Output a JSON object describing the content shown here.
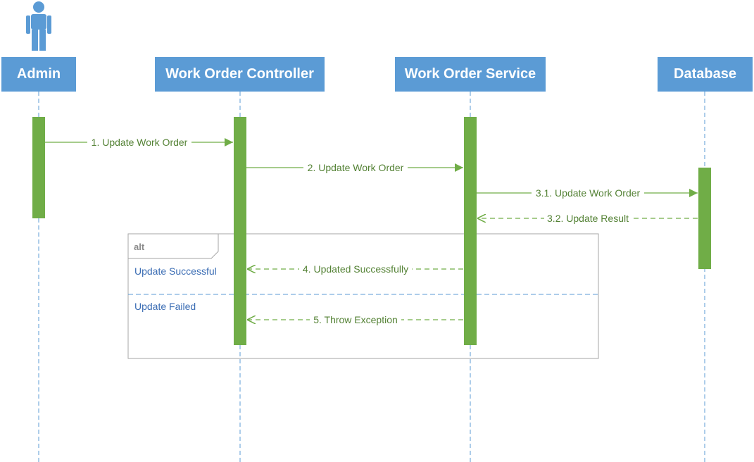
{
  "participants": [
    {
      "id": "admin",
      "name": "Admin",
      "actor": true
    },
    {
      "id": "controller",
      "name": "Work Order Controller"
    },
    {
      "id": "service",
      "name": "Work Order Service"
    },
    {
      "id": "database",
      "name": "Database"
    }
  ],
  "messages": [
    {
      "id": "m1",
      "label": "1. Update Work Order",
      "from": "admin",
      "to": "controller",
      "kind": "sync"
    },
    {
      "id": "m2",
      "label": "2. Update Work Order",
      "from": "controller",
      "to": "service",
      "kind": "sync"
    },
    {
      "id": "m31",
      "label": "3.1. Update Work Order",
      "from": "service",
      "to": "database",
      "kind": "sync"
    },
    {
      "id": "m32",
      "label": "3.2. Update Result",
      "from": "database",
      "to": "service",
      "kind": "return"
    },
    {
      "id": "m4",
      "label": "4. Updated Successfully",
      "from": "service",
      "to": "controller",
      "kind": "return"
    },
    {
      "id": "m5",
      "label": "5. Throw Exception",
      "from": "service",
      "to": "controller",
      "kind": "return"
    }
  ],
  "alt_fragment": {
    "operator": "alt",
    "guards": [
      "Update Successful",
      "Update Failed"
    ]
  },
  "colors": {
    "participant_fill": "#5b9bd5",
    "activation": "#70ad47",
    "message": "#548235",
    "lifeline": "#5b9bd5",
    "frame_border": "#a6a6a6",
    "guard_text": "#3b6db4"
  }
}
